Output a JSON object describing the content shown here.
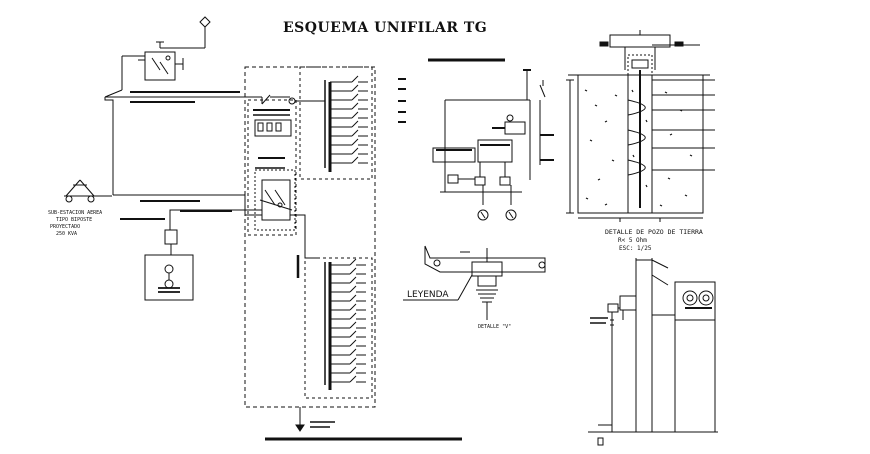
{
  "diagram": {
    "title": "ESQUEMA UNIFILAR TG",
    "substation_label": [
      "SUB-ESTACION AEREA",
      "TIPO BIPOSTE",
      "PROYECTADO",
      "250 KVA"
    ],
    "legend_label": "LEYENDA",
    "detail_v_label": "DETALLE \"V\"",
    "ground_well": {
      "title": "DETALLE DE POZO DE TIERRA",
      "subtitle_1": "R< 5 Ohm",
      "subtitle_2": "ESC: 1/25"
    },
    "colors": {
      "line": "#111111",
      "background": "#ffffff"
    }
  }
}
